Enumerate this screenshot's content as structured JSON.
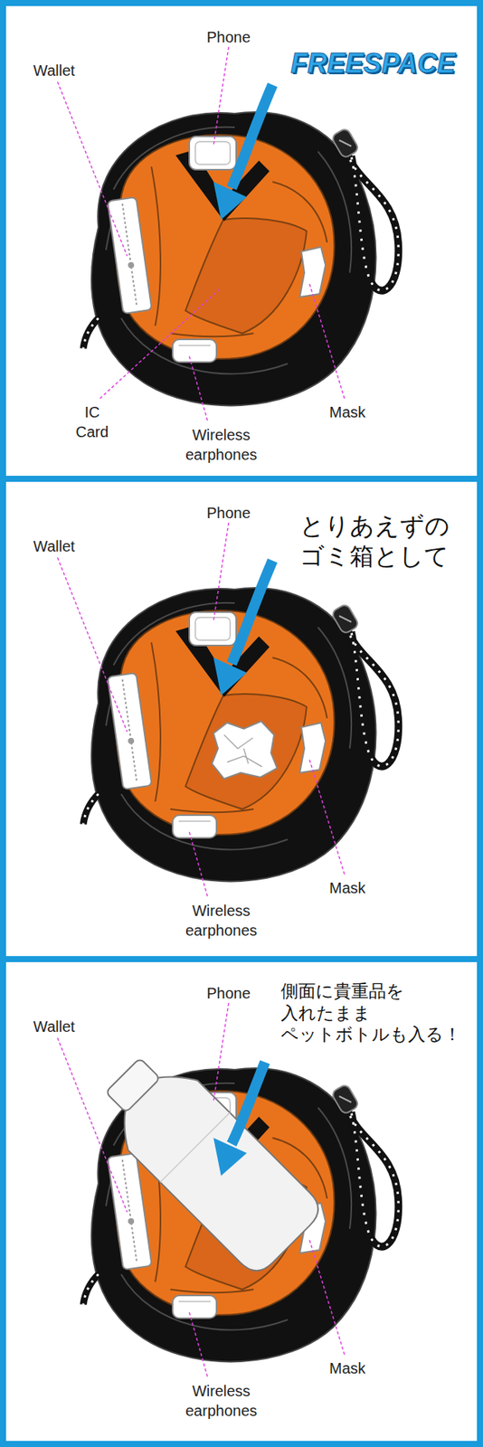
{
  "diagram": {
    "labels": [
      "Phone",
      "FREESPACE",
      "Wallet",
      "IC Card",
      "Wireless earphones",
      "Mask",
      "Phone",
      "とりあえずの ゴミ箱として",
      "Wallet",
      "Mask",
      "Wireless earphones",
      "Phone",
      "側面に貴重品を 入れたまま ペットボトルも入る！",
      "Wallet",
      "Mask",
      "Wireless earphones"
    ]
  }
}
